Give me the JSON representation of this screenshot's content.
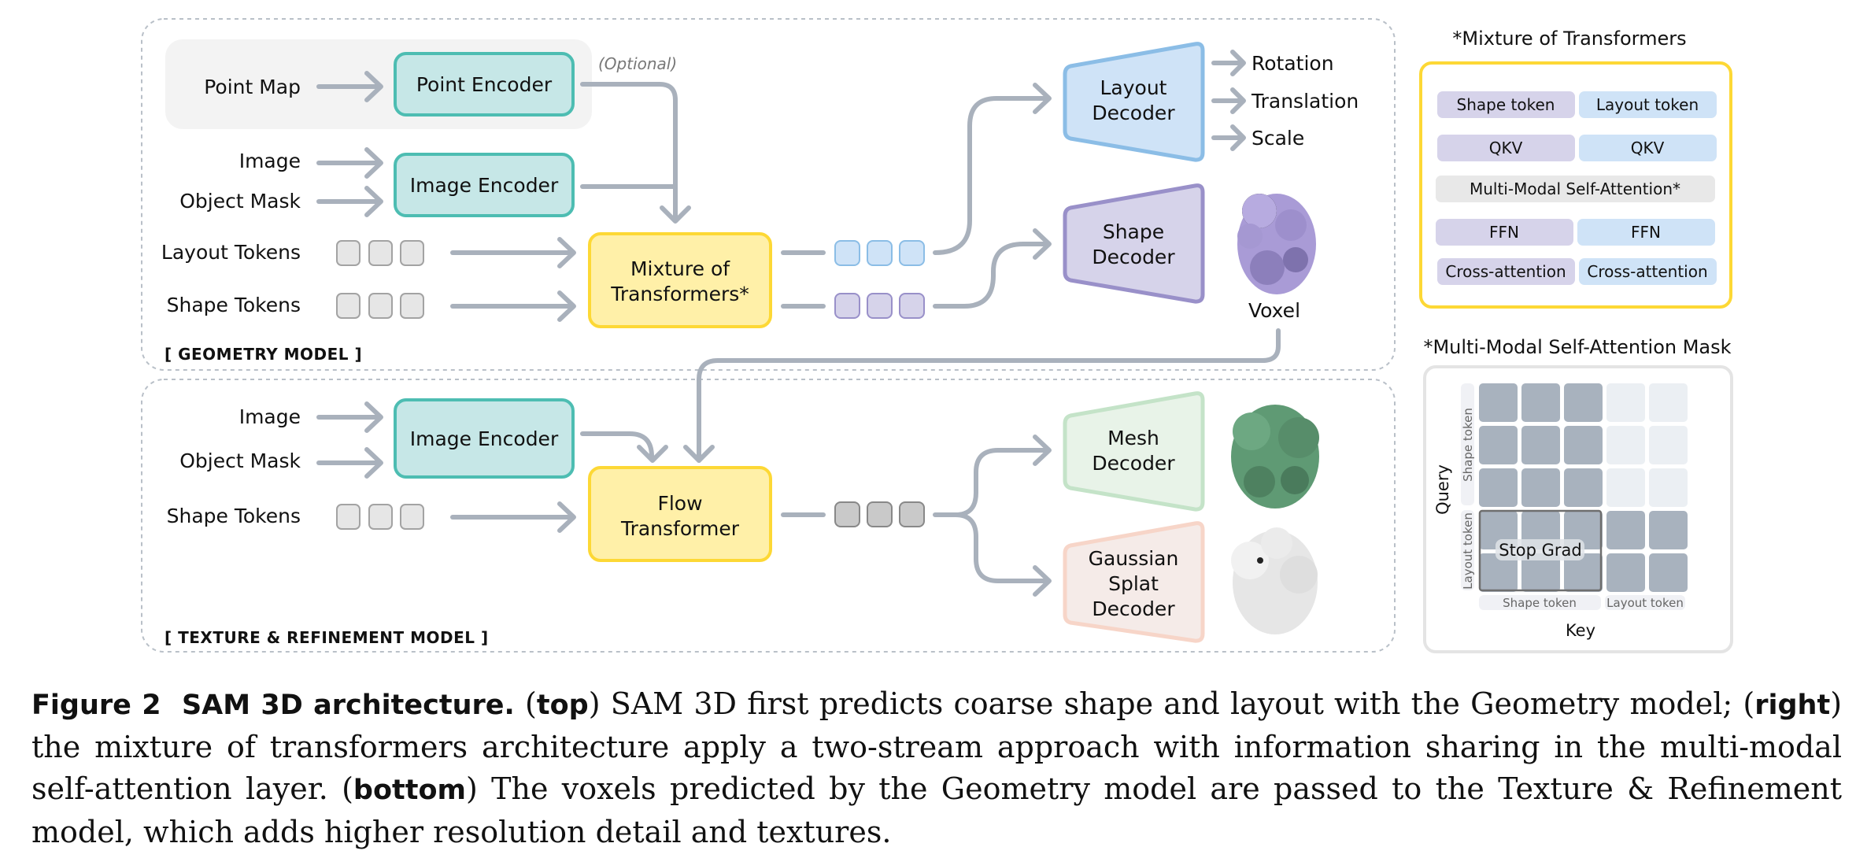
{
  "geometry_model": {
    "section_label": "[ GEOMETRY MODEL ]",
    "inputs": {
      "point_map": "Point Map",
      "image": "Image",
      "object_mask": "Object Mask",
      "layout_tokens": "Layout Tokens",
      "shape_tokens": "Shape Tokens"
    },
    "optional_note": "(Optional)",
    "point_encoder": "Point Encoder",
    "image_encoder": "Image Encoder",
    "mot_line1": "Mixture of",
    "mot_line2": "Transformers*",
    "layout_decoder_line1": "Layout",
    "layout_decoder_line2": "Decoder",
    "shape_decoder_line1": "Shape",
    "shape_decoder_line2": "Decoder",
    "outputs": [
      "Rotation",
      "Translation",
      "Scale"
    ],
    "voxel_label": "Voxel"
  },
  "texture_model": {
    "section_label": "[ TEXTURE & REFINEMENT MODEL ]",
    "inputs": {
      "image": "Image",
      "object_mask": "Object Mask",
      "shape_tokens": "Shape Tokens"
    },
    "image_encoder": "Image Encoder",
    "flow_line1": "Flow",
    "flow_line2": "Transformer",
    "mesh_decoder_line1": "Mesh",
    "mesh_decoder_line2": "Decoder",
    "gs_line1": "Gaussian",
    "gs_line2": "Splat",
    "gs_line3": "Decoder"
  },
  "mot_panel": {
    "title": "*Mixture of Transformers",
    "rows": [
      [
        "Shape token",
        "Layout token"
      ],
      [
        "QKV",
        "QKV"
      ],
      [
        "Multi-Modal Self-Attention*"
      ],
      [
        "FFN",
        "FFN"
      ],
      [
        "Cross-attention",
        "Cross-attention"
      ]
    ]
  },
  "mask_panel": {
    "title": "*Multi-Modal Self-Attention Mask",
    "query_label": "Query",
    "key_label": "Key",
    "row_group_shape": "Shape token",
    "row_group_layout": "Layout token",
    "col_group_shape": "Shape token",
    "col_group_layout": "Layout token",
    "stop_grad": "Stop Grad",
    "mask": [
      [
        1,
        1,
        1,
        0,
        0
      ],
      [
        1,
        1,
        1,
        0,
        0
      ],
      [
        1,
        1,
        1,
        0,
        0
      ],
      [
        1,
        1,
        1,
        1,
        1
      ],
      [
        1,
        1,
        1,
        1,
        1
      ]
    ]
  },
  "colors": {
    "encoder_fill": "#c6e7e7",
    "encoder_stroke": "#4dbdb2",
    "transformer_fill": "#fff0a8",
    "transformer_stroke": "#fdd835",
    "layout_fill": "#cfe3f7",
    "layout_stroke": "#8bbde6",
    "shape_fill": "#d6d3ea",
    "shape_stroke": "#9990c9",
    "mesh_fill": "#e8f3e8",
    "mesh_stroke": "#c4e3c8",
    "gs_fill": "#f5ebe8",
    "gs_stroke": "#f7d5c8",
    "connector": "#a9b1bc",
    "mask_on": "#a8b2be",
    "mask_off": "#ebeff3"
  },
  "caption": {
    "figure_label": "Figure 2",
    "title": "SAM 3D architecture.",
    "top_tag": "top",
    "top_text": "SAM 3D first predicts coarse shape and layout with the Geometry model;",
    "right_tag": "right",
    "right_text": "the mixture of transformers architecture apply a two-stream approach with information sharing in the multi-modal self-attention layer.",
    "bottom_tag": "bottom",
    "bottom_text": "The voxels predicted by the Geometry model are passed to the Texture & Refinement model, which adds higher resolution detail and textures."
  }
}
